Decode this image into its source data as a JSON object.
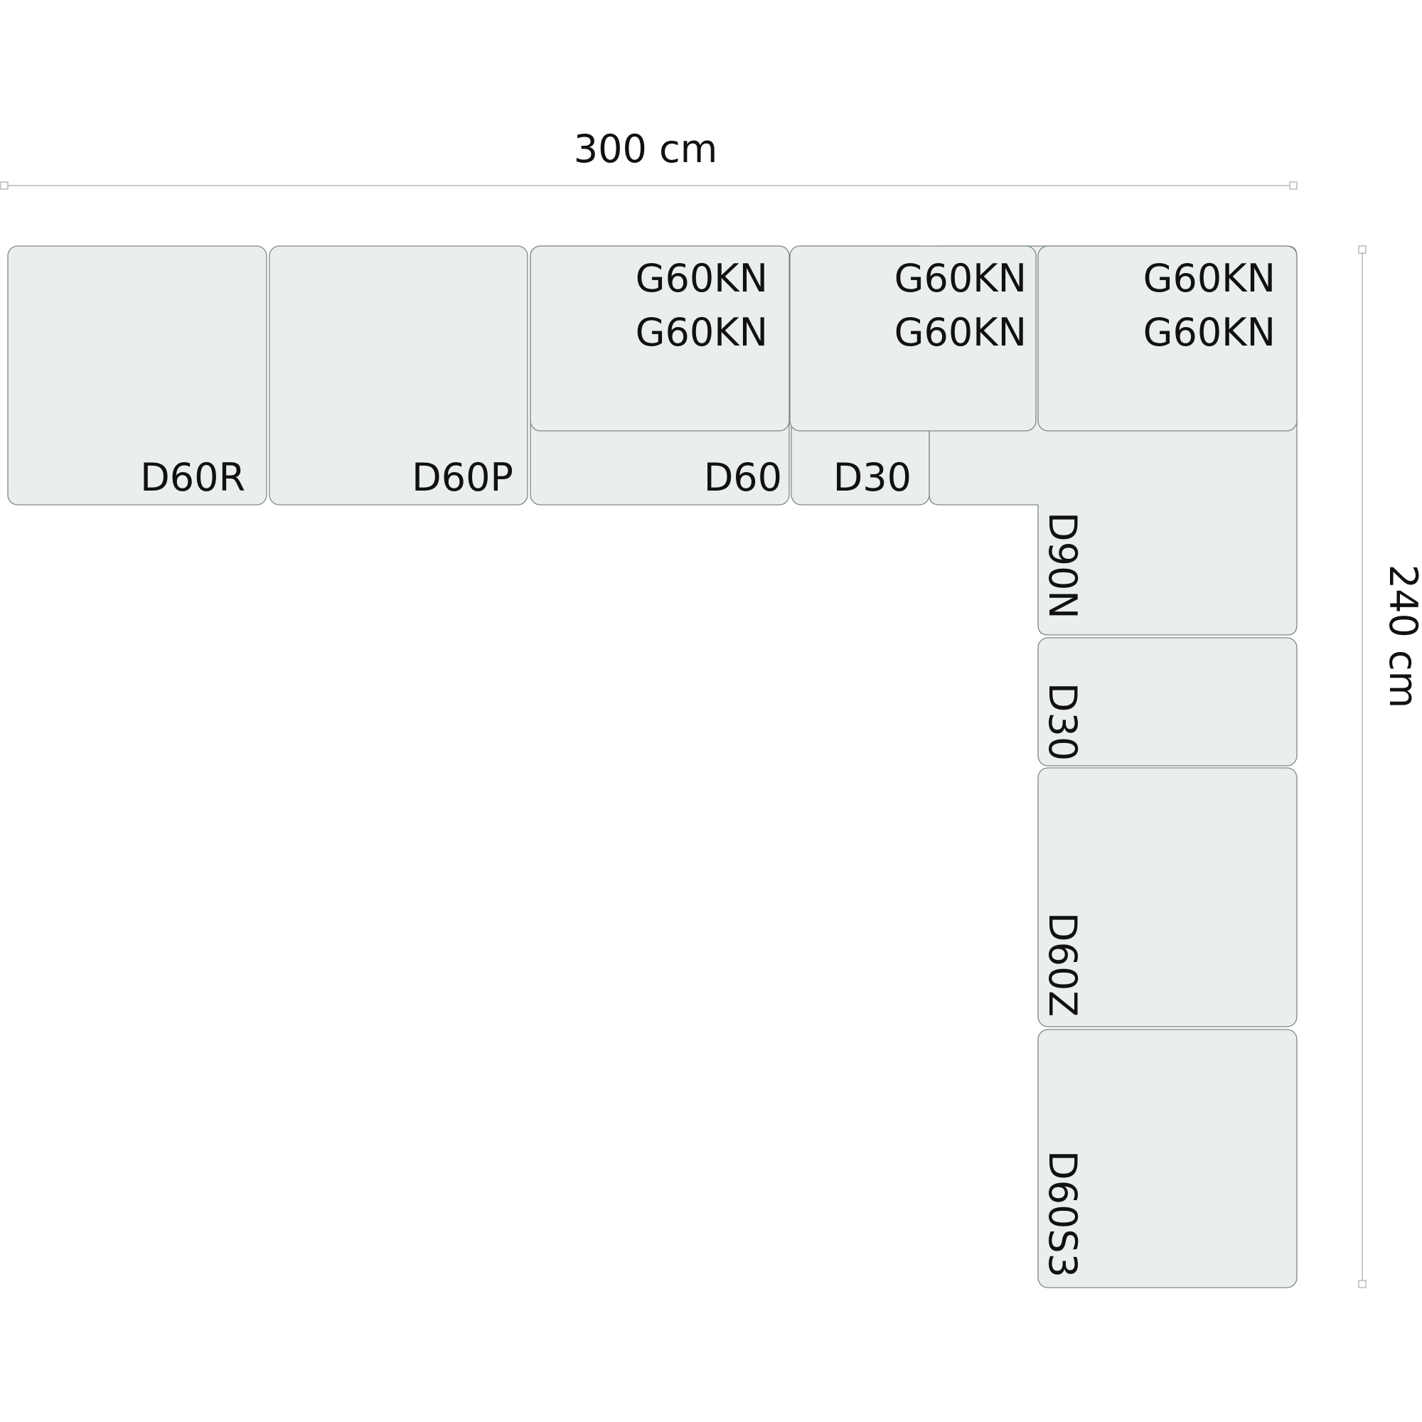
{
  "dimensions": {
    "width_label": "300 cm",
    "height_label": "240 cm"
  },
  "pieces": {
    "d60r": "D60R",
    "d60p": "D60P",
    "d60": "D60",
    "d30_top": "D30",
    "d90n": "D90N",
    "d30_right": "D30",
    "d60z": "D60Z",
    "d60s3": "D60S3"
  },
  "cushions": [
    {
      "line1": "G60KN",
      "line2": "G60KN"
    },
    {
      "line1": "G60KN",
      "line2": "G60KN"
    },
    {
      "line1": "G60KN",
      "line2": "G60KN"
    }
  ],
  "colors": {
    "piece_fill": "#eaeeee",
    "piece_stroke": "#7d8886"
  }
}
